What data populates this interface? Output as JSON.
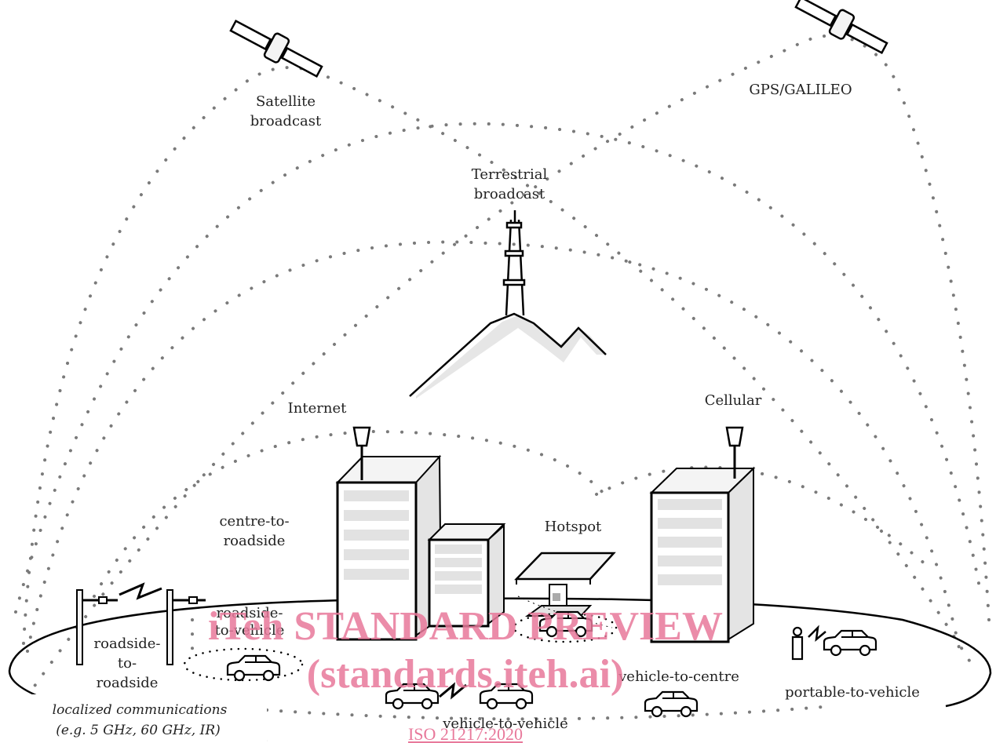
{
  "labels": {
    "satellite_broadcast_1": "Satellite",
    "satellite_broadcast_2": "broadcast",
    "gps_galileo": "GPS/GALILEO",
    "terrestrial_broadcast_1": "Terrestrial",
    "terrestrial_broadcast_2": "broadcast",
    "internet": "Internet",
    "cellular": "Cellular",
    "centre_to_roadside_1": "centre-to-",
    "centre_to_roadside_2": "roadside",
    "hotspot": "Hotspot",
    "roadside_to_vehicle_1": "roadside-",
    "roadside_to_vehicle_2": "to-vehicle",
    "roadside_to_roadside_1": "roadside-",
    "roadside_to_roadside_2": "to-",
    "roadside_to_roadside_3": "roadside",
    "vehicle_to_centre": "vehicle-to-centre",
    "portable_to_vehicle": "portable-to-vehicle",
    "vehicle_to_vehicle": "vehicle-to-vehicle",
    "localized_1": "localized communications",
    "localized_2": "(e.g. 5 GHz, 60 GHz, IR)"
  },
  "watermark": {
    "line1": "iTeh STANDARD PREVIEW",
    "line2": "(standards.iteh.ai)",
    "link": "ISO 21217:2020"
  },
  "colors": {
    "line": "#000000",
    "dots": "#7a7a7a",
    "building_fill": "#f4f4f4",
    "building_side": "#e4e4e4",
    "window": "#e2e2e2",
    "watermark": "#e8799b"
  }
}
